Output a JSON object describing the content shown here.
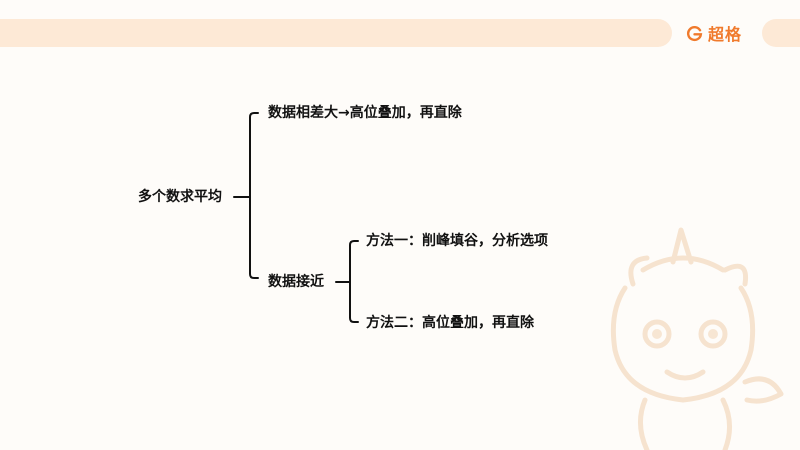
{
  "brand": {
    "name": "超格",
    "accent": "#f07a2c"
  },
  "mindmap": {
    "root": "多个数求平均",
    "branches": [
      {
        "label": "数据相差大→高位叠加，再直除"
      },
      {
        "label": "数据接近",
        "children": [
          {
            "label": "方法一：削峰填谷，分析选项"
          },
          {
            "label": "方法二：高位叠加，再直除"
          }
        ]
      }
    ]
  }
}
